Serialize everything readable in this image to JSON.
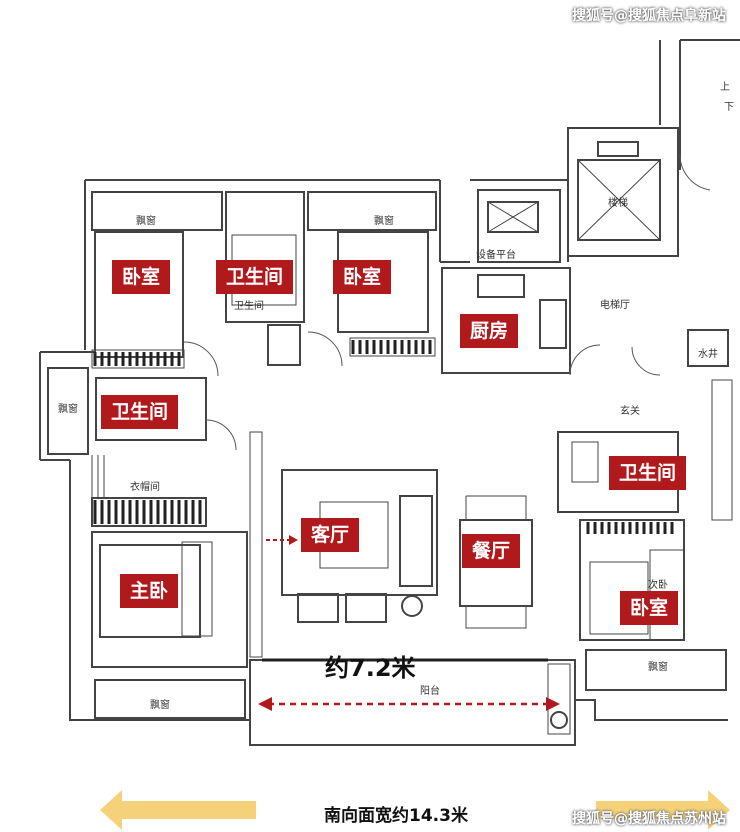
{
  "watermark_top": "搜狐号@搜狐焦点阜新站",
  "watermark_bottom": "搜狐号@搜狐焦点苏州站",
  "rooms": [
    {
      "name": "bedroom-top-left-label",
      "text": "卧室"
    },
    {
      "name": "bathroom-top-label",
      "text": "卫生间"
    },
    {
      "name": "bedroom-top-middle-label",
      "text": "卧室"
    },
    {
      "name": "kitchen-label",
      "text": "厨房"
    },
    {
      "name": "bathroom-left-label",
      "text": "卫生间"
    },
    {
      "name": "living-room-label",
      "text": "客厅"
    },
    {
      "name": "dining-room-label",
      "text": "餐厅"
    },
    {
      "name": "bathroom-right-label",
      "text": "卫生间"
    },
    {
      "name": "master-bedroom-label",
      "text": "主卧"
    },
    {
      "name": "bedroom-right-label",
      "text": "卧室"
    }
  ],
  "small_labels": [
    {
      "name": "bay-window-top-left",
      "text": "飘窗"
    },
    {
      "name": "bay-window-top-middle",
      "text": "飘窗"
    },
    {
      "name": "equipment-platform",
      "text": "设备平台"
    },
    {
      "name": "stairs",
      "text": "楼梯"
    },
    {
      "name": "elevator-hall",
      "text": "电梯厅"
    },
    {
      "name": "water-shaft",
      "text": "水井"
    },
    {
      "name": "bay-window-left",
      "text": "飘窗"
    },
    {
      "name": "foyer",
      "text": "玄关"
    },
    {
      "name": "walk-in-closet",
      "text": "衣帽间"
    },
    {
      "name": "secondary-bedroom",
      "text": "次卧"
    },
    {
      "name": "bay-window-bottom-left",
      "text": "飘窗"
    },
    {
      "name": "balcony",
      "text": "阳台"
    },
    {
      "name": "bay-window-bottom-right",
      "text": "飘窗"
    },
    {
      "name": "stair-up",
      "text": "上"
    },
    {
      "name": "stair-down",
      "text": "下"
    },
    {
      "name": "bathroom-small",
      "text": "卫生间"
    }
  ],
  "dimensions": {
    "balcony_width": "约7.2米",
    "south_face_width": "南向面宽约14.3米"
  },
  "colors": {
    "label_bg": "#b01a1c",
    "arrow_fill": "#f5d27a",
    "dimension_line": "#b01a1c"
  }
}
